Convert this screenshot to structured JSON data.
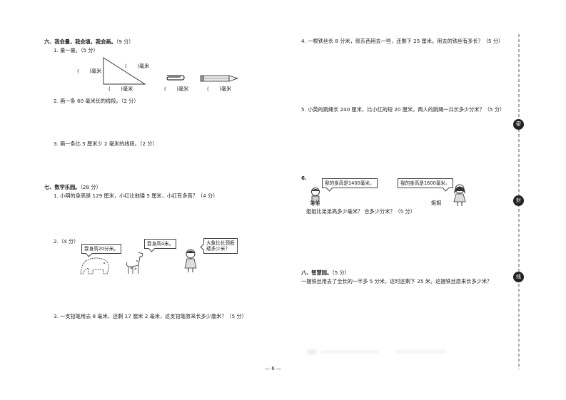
{
  "left": {
    "s6_title": "六、我会量，我会填，我会画。",
    "s6_score": "（9 分）",
    "q1_label": "1. 量一量。（5 分）",
    "q1_left_blank": "(　　)毫米",
    "q1_hyp_blank": "(　　)毫米",
    "q1_bottom_blank": "(　　)毫米",
    "q1_clip_blank": "(　　)毫米",
    "q1_pencil_blank": "(　　)毫米",
    "q2_text": "2. 画一条 60 毫米长的线段。（2 分）",
    "q3_text": "3. 画一条比 5 厘米少 2 毫米的线段。（2 分）",
    "s7_title": "七、数学乐园。",
    "s7_score": "（28 分）",
    "q7_1": "1. 小明的身高是 129 厘米，小红比他矮 5 厘米，小红有多高？（4 分）",
    "q7_2_label": "2.（4 分）",
    "bubble_elephant": "我身高20分米。",
    "bubble_giraffe": "我身高4米。",
    "bubble_girl_line1": "大象比长颈鹿",
    "bubble_girl_line2": "矮多少米？",
    "q7_3": "3. 一支铅笔用去 8 毫米，还剩 17 厘米 2 毫米，这支铅笔原来长多少厘米？（5 分）"
  },
  "right": {
    "q4": "4. 一根铁丝长 8 分米，修东西用去一些，还剩下 25 厘米。用去的铁丝有多长？（5 分）",
    "q5": "5. 小英的跳绳长 240 厘米，比小红的短 20 厘米，两人的跳绳一共长多少分米？（5 分）",
    "q6_label": "6.",
    "bubble_brother": "我的身高是1400毫米。",
    "bubble_sister": "我的身高是1600毫米。",
    "brother_name": "弟弟",
    "sister_name": "姐姐",
    "q6_question": "姐姐比弟弟高多少毫米？ 合多少分米？（5 分）",
    "s8_title": "八、智慧园。",
    "s8_score": "（5 分）",
    "q8": "一捆铁丝用去了全长的一半多 5 分米，这时还剩下 25 米，这捆铁丝原来长多少米？"
  },
  "footer": {
    "page_number": "— 6 —"
  },
  "margin_circles": [
    "密",
    "封",
    "线"
  ]
}
